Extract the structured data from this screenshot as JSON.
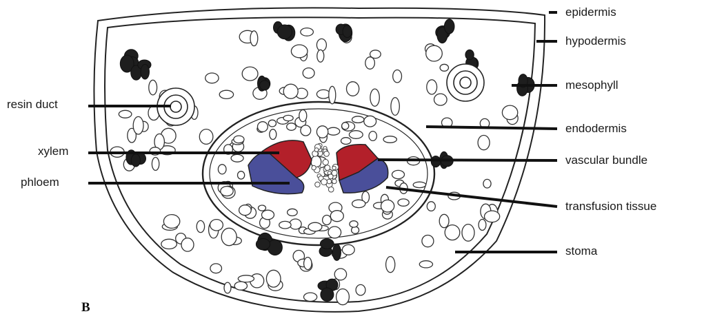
{
  "panel_label": "B",
  "labels": {
    "epidermis": "epidermis",
    "hypodermis": "hypodermis",
    "mesophyll": "mesophyll",
    "resin_duct": "resin duct",
    "endodermis": "endodermis",
    "xylem": "xylem",
    "vascular_bundle": "vascular bundle",
    "phloem": "phloem",
    "transfusion_tissue": "transfusion tissue",
    "stoma": "stoma"
  },
  "colors": {
    "xylem": "#b3202a",
    "phloem": "#4a4f9a",
    "outline": "#222222",
    "dark_cells": "#1e1e1e"
  }
}
